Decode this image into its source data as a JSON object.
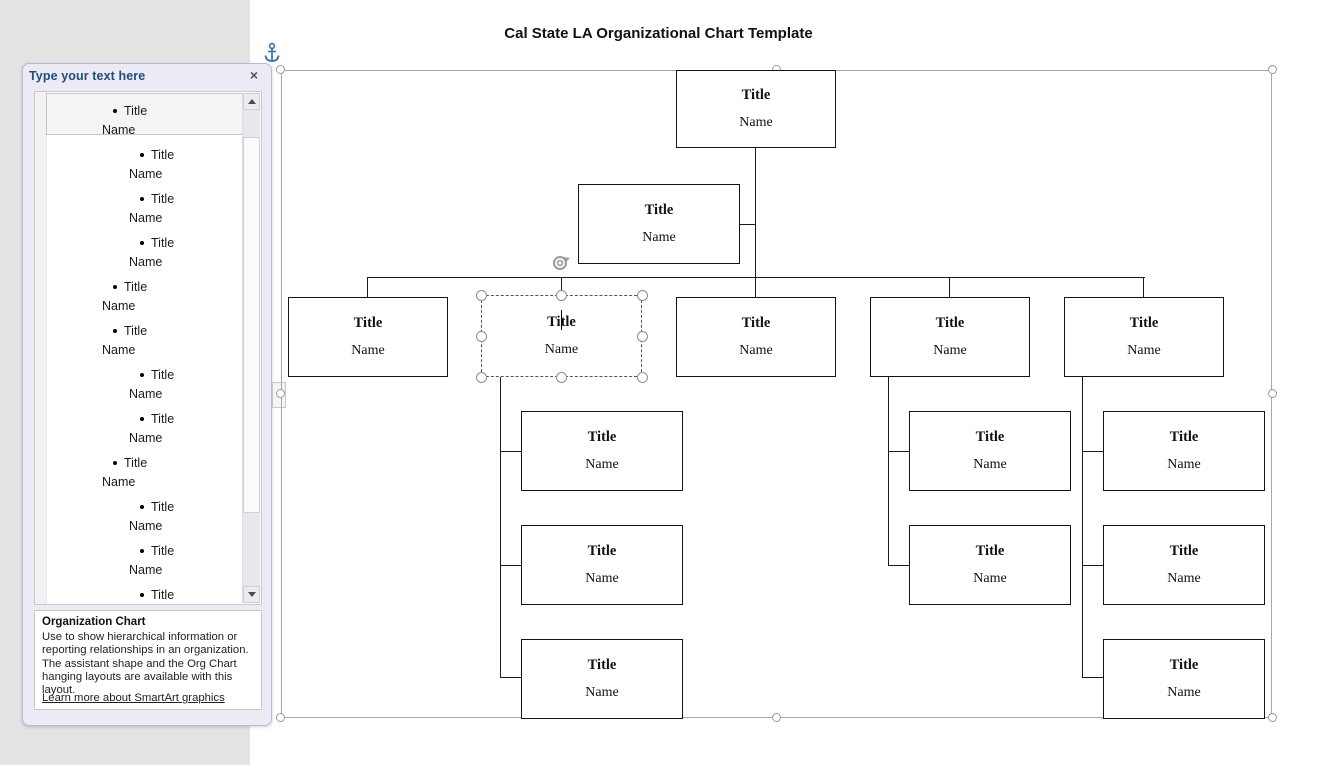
{
  "app": {
    "background_color": "#e3e3e3",
    "canvas_background": "#ffffff"
  },
  "text_pane": {
    "title": "Type your text here",
    "close_label": "×",
    "expand_label": "›",
    "anchor_icon": "anchor-icon",
    "entries": [
      {
        "level": 1,
        "title": "Title",
        "name": "Name",
        "selected": true
      },
      {
        "level": 2,
        "title": "Title",
        "name": "Name",
        "selected": false
      },
      {
        "level": 2,
        "title": "Title",
        "name": "Name",
        "selected": false
      },
      {
        "level": 2,
        "title": "Title",
        "name": "Name",
        "selected": false
      },
      {
        "level": 1,
        "title": "Title",
        "name": "Name",
        "selected": false
      },
      {
        "level": 1,
        "title": "Title",
        "name": "Name",
        "selected": false
      },
      {
        "level": 2,
        "title": "Title",
        "name": "Name",
        "selected": false
      },
      {
        "level": 2,
        "title": "Title",
        "name": "Name",
        "selected": false
      },
      {
        "level": 1,
        "title": "Title",
        "name": "Name",
        "selected": false
      },
      {
        "level": 2,
        "title": "Title",
        "name": "Name",
        "selected": false
      },
      {
        "level": 2,
        "title": "Title",
        "name": "Name",
        "selected": false
      },
      {
        "level": 2,
        "title": "Title",
        "name": "",
        "selected": false
      }
    ],
    "description": {
      "heading": "Organization Chart",
      "body": "Use to show hierarchical information or reporting relationships in an organization. The assistant shape and the Org Chart hanging layouts are available with this layout.",
      "link": "Learn more about SmartArt graphics"
    },
    "scrollbar": {
      "up_icon": "scroll-up-icon",
      "down_icon": "scroll-down-icon"
    }
  },
  "chart_data": {
    "type": "diagram",
    "title": "Cal State LA Organizational Chart Template",
    "layout": "organization-chart-hanging",
    "node_label_title": "Title",
    "node_label_name": "Name",
    "nodes": [
      {
        "id": "root",
        "role": "root",
        "title": "Title",
        "name": "Name"
      },
      {
        "id": "asst",
        "role": "assistant",
        "title": "Title",
        "name": "Name"
      },
      {
        "id": "c1",
        "role": "child",
        "title": "Title",
        "name": "Name"
      },
      {
        "id": "c2",
        "role": "child-selected",
        "title": "Title",
        "name": "Name"
      },
      {
        "id": "c3",
        "role": "child",
        "title": "Title",
        "name": "Name"
      },
      {
        "id": "c4",
        "role": "child",
        "title": "Title",
        "name": "Name"
      },
      {
        "id": "c5",
        "role": "child",
        "title": "Title",
        "name": "Name"
      },
      {
        "id": "c2a",
        "role": "grandchild",
        "title": "Title",
        "name": "Name"
      },
      {
        "id": "c2b",
        "role": "grandchild",
        "title": "Title",
        "name": "Name"
      },
      {
        "id": "c2c",
        "role": "grandchild",
        "title": "Title",
        "name": "Name"
      },
      {
        "id": "c4a",
        "role": "grandchild",
        "title": "Title",
        "name": "Name"
      },
      {
        "id": "c4b",
        "role": "grandchild",
        "title": "Title",
        "name": "Name"
      },
      {
        "id": "c5a",
        "role": "grandchild",
        "title": "Title",
        "name": "Name"
      },
      {
        "id": "c5b",
        "role": "grandchild",
        "title": "Title",
        "name": "Name"
      },
      {
        "id": "c5c",
        "role": "grandchild",
        "title": "Title",
        "name": "Name"
      }
    ],
    "edges": [
      [
        "root",
        "asst"
      ],
      [
        "root",
        "c1"
      ],
      [
        "root",
        "c2"
      ],
      [
        "root",
        "c3"
      ],
      [
        "root",
        "c4"
      ],
      [
        "root",
        "c5"
      ],
      [
        "c2",
        "c2a"
      ],
      [
        "c2",
        "c2b"
      ],
      [
        "c2",
        "c2c"
      ],
      [
        "c4",
        "c4a"
      ],
      [
        "c4",
        "c4b"
      ],
      [
        "c5",
        "c5a"
      ],
      [
        "c5",
        "c5b"
      ],
      [
        "c5",
        "c5c"
      ]
    ],
    "selected_node": "c2",
    "node_fill": "#ffffff",
    "node_border": "#131313"
  }
}
